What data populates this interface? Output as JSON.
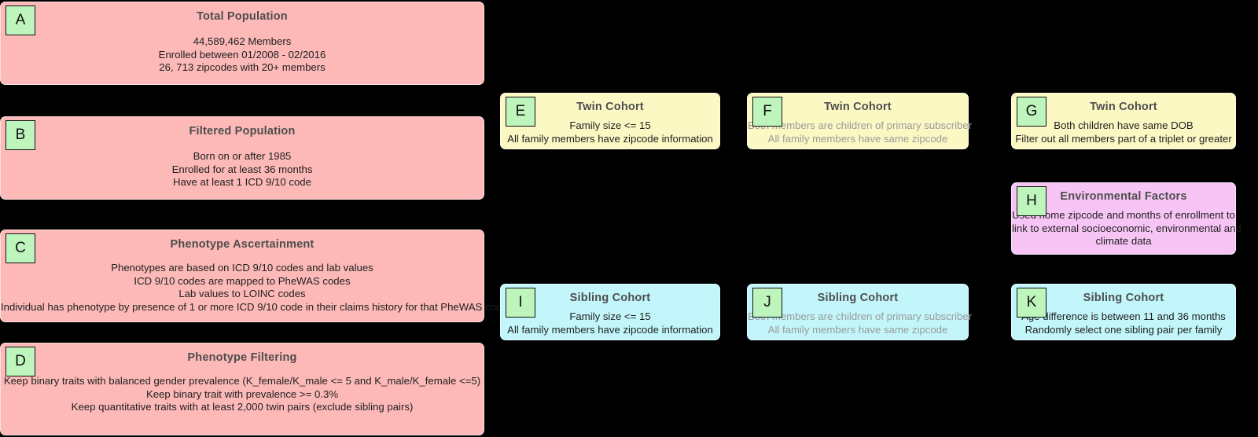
{
  "diagram": {
    "title": "Cohort construction flow diagram",
    "background_color": "#000000",
    "tag_color": "#bdf5bd",
    "colors": {
      "population": "#fcb9b7",
      "twin": "#fbf8c4",
      "sibling": "#c2f6fb",
      "environmental": "#f7c5f5"
    },
    "boxes": [
      {
        "tag": "A",
        "title": "Total Population",
        "color": "#fcb9b7",
        "lines": [
          "44,589,462 Members",
          "Enrolled between 01/2008 - 02/2016",
          "26, 713 zipcodes with 20+ members"
        ]
      },
      {
        "tag": "B",
        "title": "Filtered Population",
        "color": "#fcb9b7",
        "lines": [
          "Born on or after 1985",
          "Enrolled for at least 36 months",
          "Have at least 1 ICD 9/10 code"
        ]
      },
      {
        "tag": "C",
        "title": "Phenotype Ascertainment",
        "color": "#fcb9b7",
        "lines": [
          "Phenotypes are based on ICD 9/10 codes and lab values",
          "ICD 9/10 codes are mapped to PheWAS codes",
          "Lab values to LOINC codes",
          "Individual has phenotype by presence of 1 or more ICD 9/10 code in their claims history for that PheWAS code"
        ]
      },
      {
        "tag": "D",
        "title": "Phenotype Filtering",
        "color": "#fcb9b7",
        "lines": [
          "Keep binary traits with balanced gender prevalence (K_female/K_male <= 5 and K_male/K_female <=5)",
          "Keep binary trait with prevalence >= 0.3%",
          "Keep quantitative traits with at least 2,000 twin pairs (exclude sibling pairs)"
        ]
      },
      {
        "tag": "E",
        "title": "Twin Cohort",
        "color": "#fbf8c4",
        "lines": [
          "Family size <= 15",
          "All family members have zipcode information"
        ]
      },
      {
        "tag": "F",
        "title": "Twin Cohort",
        "color": "#fbf8c4",
        "muted": true,
        "lines": [
          "Both members are children of primary subscriber",
          "All family members have same zipcode"
        ]
      },
      {
        "tag": "G",
        "title": "Twin Cohort",
        "color": "#fbf8c4",
        "lines": [
          "Both children have same DOB",
          "Filter out all members part of a triplet or greater"
        ]
      },
      {
        "tag": "H",
        "title": "Environmental Factors",
        "color": "#f7c5f5",
        "lines": [
          "Used home zipcode and months of enrollment to",
          "link to external socioeconomic, environmental and",
          "climate data"
        ]
      },
      {
        "tag": "I",
        "title": "Sibling Cohort",
        "color": "#c2f6fb",
        "lines": [
          "Family size <= 15",
          "All family members have zipcode information"
        ]
      },
      {
        "tag": "J",
        "title": "Sibling Cohort",
        "color": "#c2f6fb",
        "muted": true,
        "lines": [
          "Both members are children of primary subscriber",
          "All family members have same zipcode"
        ]
      },
      {
        "tag": "K",
        "title": "Sibling Cohort",
        "color": "#c2f6fb",
        "lines": [
          "Age difference is between 11 and 36 months",
          "Randomly select one sibling pair per family"
        ]
      }
    ]
  }
}
